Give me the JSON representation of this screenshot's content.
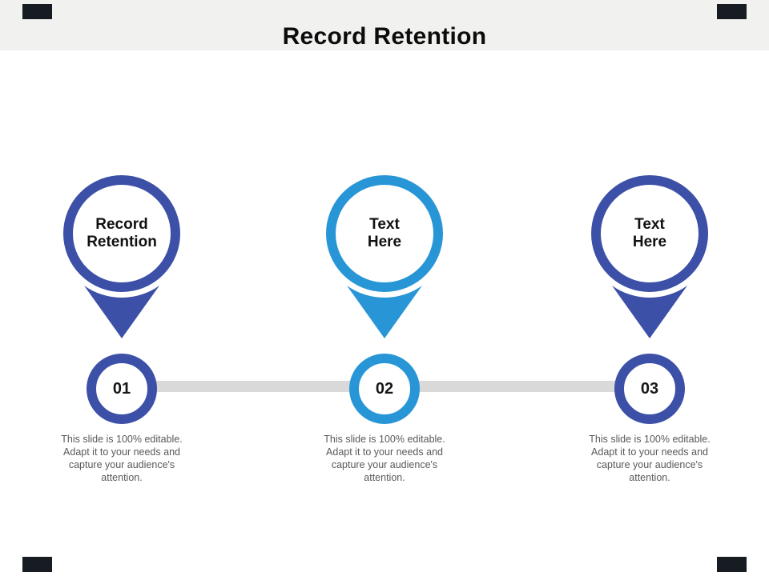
{
  "slide": {
    "title": "Record Retention",
    "background_color": "#ffffff",
    "header_band_color": "#f1f1ef",
    "corner_mark_color": "#171b22"
  },
  "timeline": {
    "line_color": "#d9d9d9",
    "items": [
      {
        "label": "Record\nRetention",
        "number": "01",
        "color": "#3c50a7",
        "description": "This slide is 100% editable. Adapt it to your needs and capture your audience's attention."
      },
      {
        "label": "Text\nHere",
        "number": "02",
        "color": "#2896d6",
        "description": "This slide is 100% editable. Adapt it to your needs and capture your audience's attention."
      },
      {
        "label": "Text\nHere",
        "number": "03",
        "color": "#3c50a7",
        "description": "This slide is 100% editable. Adapt it to your needs and capture your audience's attention."
      }
    ]
  }
}
